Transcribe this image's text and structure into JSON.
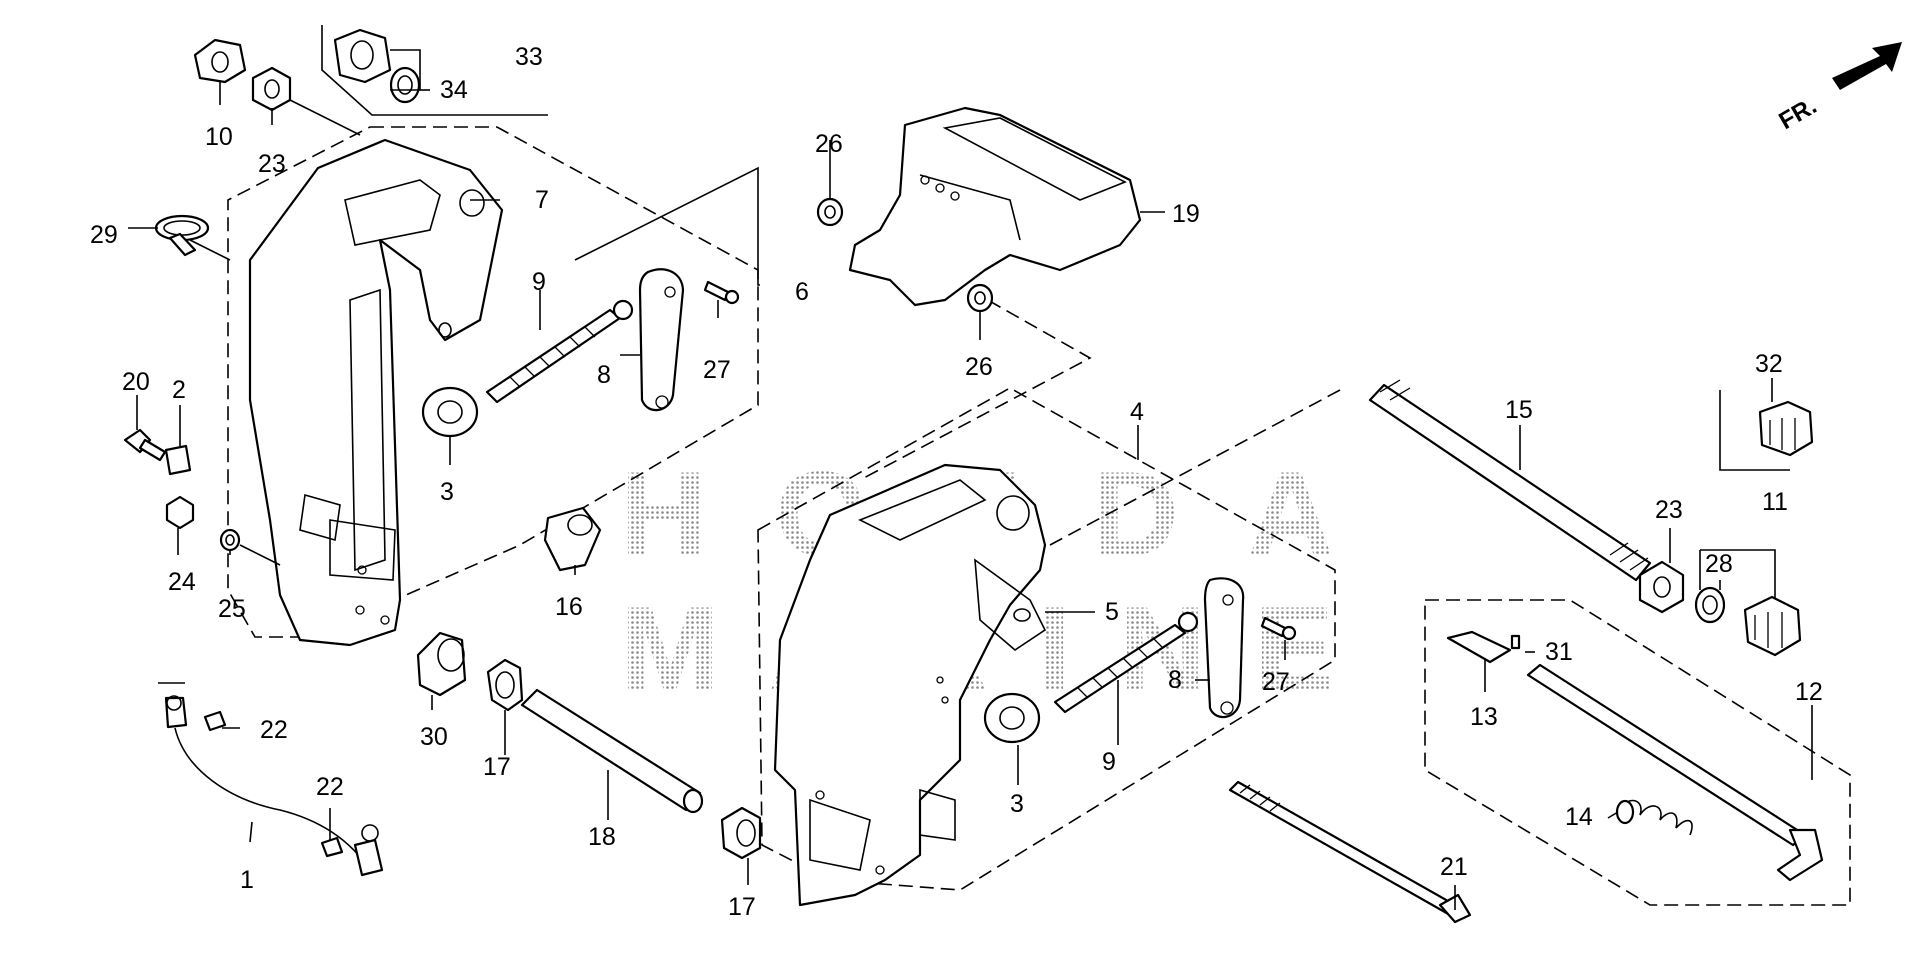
{
  "watermark": {
    "line1": "HONDA",
    "line2": "MARINE"
  },
  "orientation": {
    "front_label": "FR."
  },
  "callouts": {
    "c1": "1",
    "c2": "2",
    "c3a": "3",
    "c3b": "3",
    "c4": "4",
    "c5": "5",
    "c6": "6",
    "c7": "7",
    "c8a": "8",
    "c8b": "8",
    "c9a": "9",
    "c9b": "9",
    "c10": "10",
    "c11": "11",
    "c12": "12",
    "c13": "13",
    "c14": "14",
    "c15": "15",
    "c16": "16",
    "c17a": "17",
    "c17b": "17",
    "c18": "18",
    "c19": "19",
    "c20": "20",
    "c21": "21",
    "c22a": "22",
    "c22b": "22",
    "c23a": "23",
    "c23b": "23",
    "c24": "24",
    "c25": "25",
    "c26a": "26",
    "c26b": "26",
    "c27a": "27",
    "c27b": "27",
    "c28": "28",
    "c29": "29",
    "c30": "30",
    "c31": "31",
    "c32": "32",
    "c33": "33",
    "c34": "34"
  }
}
